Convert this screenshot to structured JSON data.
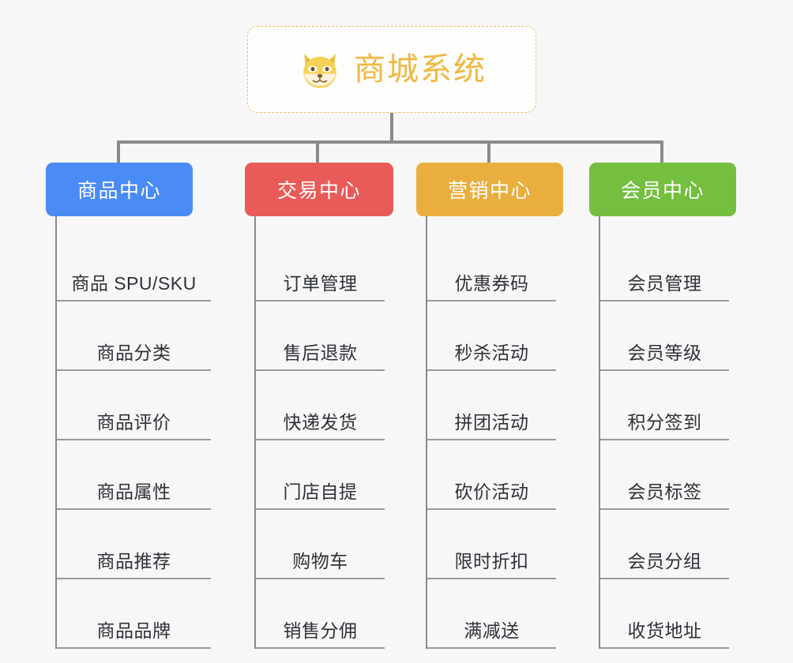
{
  "root": {
    "title": "商城系统",
    "icon": "shiba-inu-dog-face-emoji",
    "title_color": "#f0b841",
    "border_color": "#eabf6b"
  },
  "colors": {
    "background": "#f7f7f7",
    "connector": "#8a8a8a",
    "leaf_text": "#2e3238",
    "leaf_underline": "#9a9a9a"
  },
  "branches": [
    {
      "label": "商品中心",
      "color": "#4a8bf5",
      "leaves": [
        {
          "label": "商品 SPU/SKU"
        },
        {
          "label": "商品分类"
        },
        {
          "label": "商品评价"
        },
        {
          "label": "商品属性"
        },
        {
          "label": "商品推荐"
        },
        {
          "label": "商品品牌"
        }
      ]
    },
    {
      "label": "交易中心",
      "color": "#e95b58",
      "leaves": [
        {
          "label": "订单管理"
        },
        {
          "label": "售后退款"
        },
        {
          "label": "快递发货"
        },
        {
          "label": "门店自提"
        },
        {
          "label": "购物车"
        },
        {
          "label": "销售分佣"
        }
      ]
    },
    {
      "label": "营销中心",
      "color": "#e9ae3e",
      "leaves": [
        {
          "label": "优惠券码"
        },
        {
          "label": "秒杀活动"
        },
        {
          "label": "拼团活动"
        },
        {
          "label": "砍价活动"
        },
        {
          "label": "限时折扣"
        },
        {
          "label": "满减送"
        }
      ]
    },
    {
      "label": "会员中心",
      "color": "#74bf40",
      "leaves": [
        {
          "label": "会员管理"
        },
        {
          "label": "会员等级"
        },
        {
          "label": "积分签到"
        },
        {
          "label": "会员标签"
        },
        {
          "label": "会员分组"
        },
        {
          "label": "收货地址"
        }
      ]
    }
  ]
}
